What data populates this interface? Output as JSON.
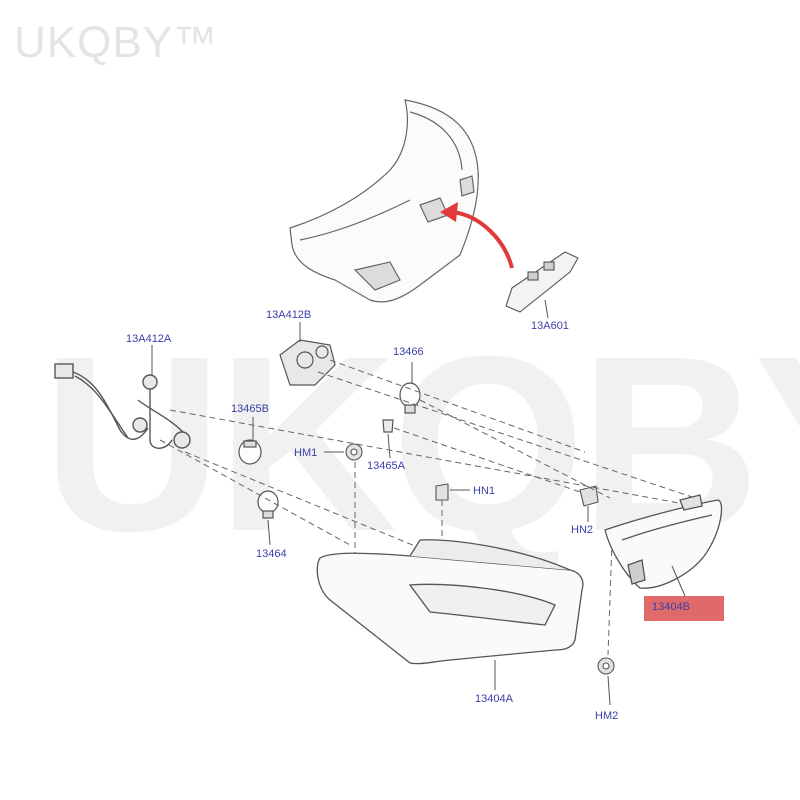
{
  "watermark": {
    "small": "UKQBY™",
    "large": "UKQBY™"
  },
  "labels": {
    "l_13A601": "13A601",
    "l_13A412A": "13A412A",
    "l_13A412B": "13A412B",
    "l_13466": "13466",
    "l_13465B": "13465B",
    "l_HM1": "HM1",
    "l_13465A": "13465A",
    "l_HN1": "HN1",
    "l_HN2": "HN2",
    "l_13464": "13464",
    "l_13404B": "13404B",
    "l_13404A": "13404A",
    "l_HM2": "HM2"
  },
  "colors": {
    "highlight": "#e06a6a",
    "arrow": "#e03a3a",
    "label": "#3b3fa6",
    "line": "#555555"
  }
}
